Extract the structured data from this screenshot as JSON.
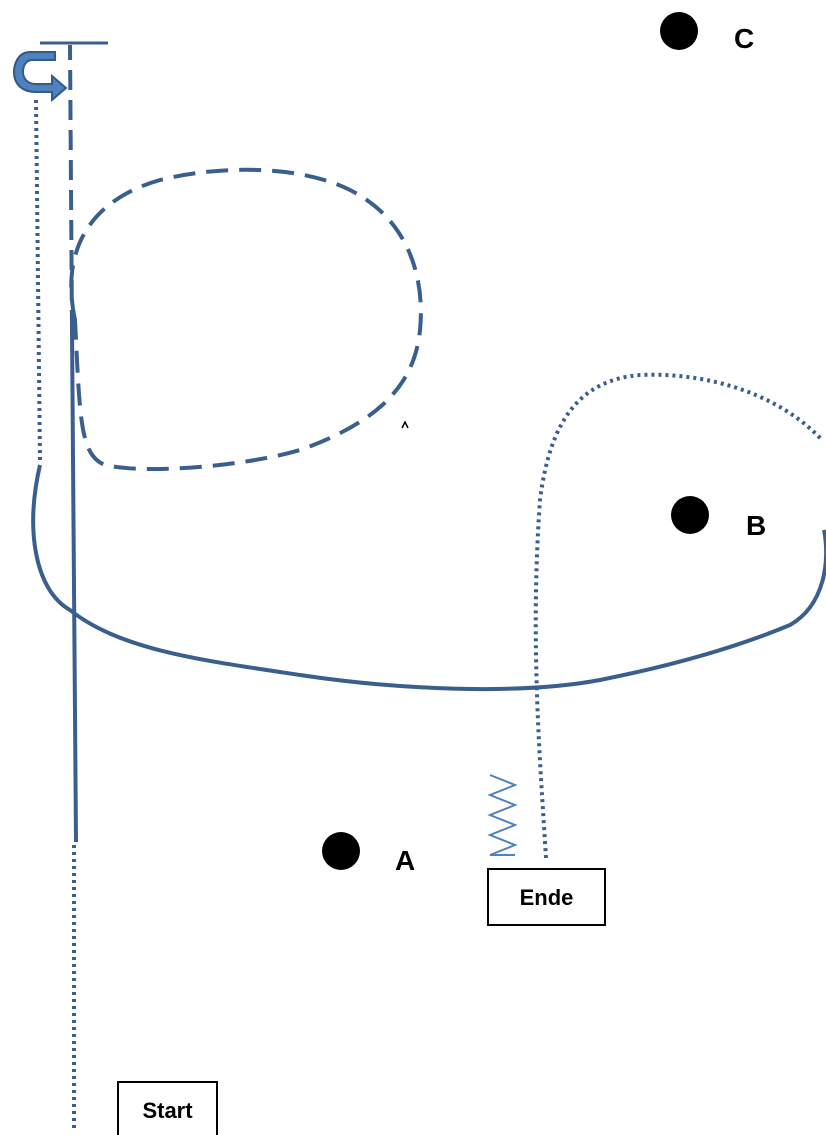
{
  "colors": {
    "route": "#3a5f8f",
    "arrow_fill": "#4f81bd",
    "arrow_stroke": "#2f5a8a",
    "zigzag": "#4f81bd",
    "marker": "#000000",
    "box_border": "#000000"
  },
  "markers": {
    "a": {
      "label": "A"
    },
    "b": {
      "label": "B"
    },
    "c": {
      "label": "C"
    }
  },
  "boxes": {
    "start": {
      "label": "Start"
    },
    "ende": {
      "label": "Ende"
    }
  },
  "icons": {
    "turn": "u-turn-arrow-icon",
    "zigzag": "zigzag-icon",
    "caret": "caret-icon"
  }
}
